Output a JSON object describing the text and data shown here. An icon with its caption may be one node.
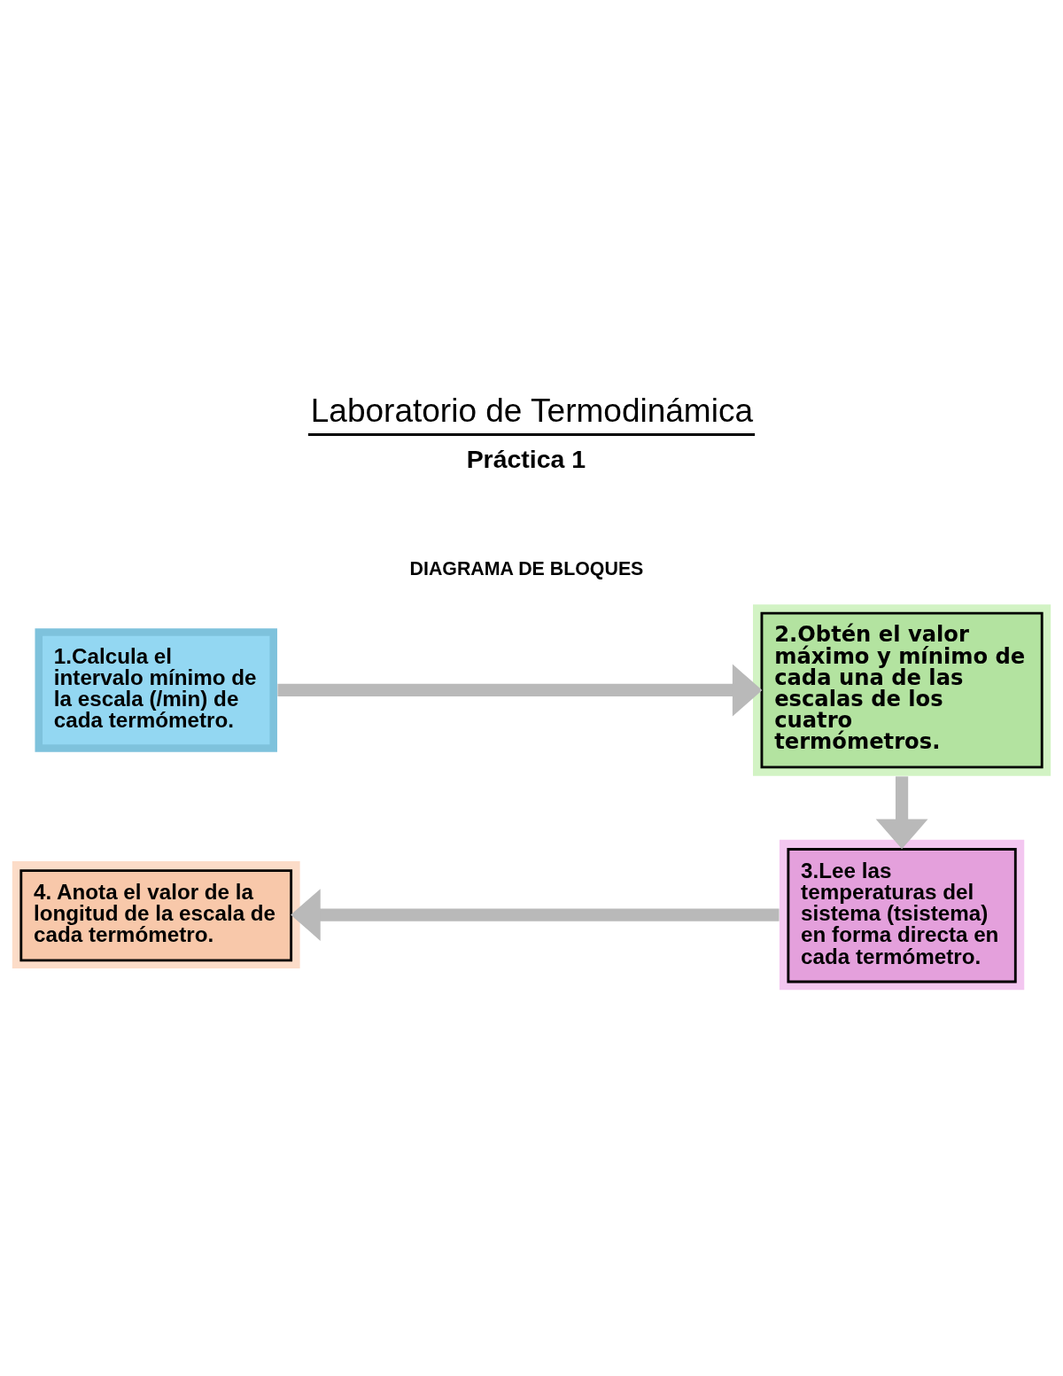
{
  "diagram": {
    "title": "Laboratorio de Termodinámica",
    "nodes": [
      {
        "text": [
          "1.Calcula el intervalo mínimo de la escala (/min) de cada termómetro."
        ]
      },
      {
        "text": [
          "2.Obtén el valor máximo y mínimo de cada una de las escalas de los cuatro termómetros."
        ]
      },
      {
        "text": [
          "3.Lee las temperaturas del sistema (tsistema) en forma directa en cada termómetro."
        ]
      },
      {
        "text": [
          "4. Anota el valor de la longitud de la escala de cada termómetro."
        ]
      }
    ],
    "edges": [
      {
        "from": 0,
        "to": 1,
        "arrow": "to"
      },
      {
        "from": 1,
        "to": 2,
        "arrow": "to"
      },
      {
        "from": 2,
        "to": 3,
        "arrow": "to"
      }
    ],
    "labels": [
      "Práctica 1",
      "DIAGRAMA DE BLOQUES"
    ]
  }
}
